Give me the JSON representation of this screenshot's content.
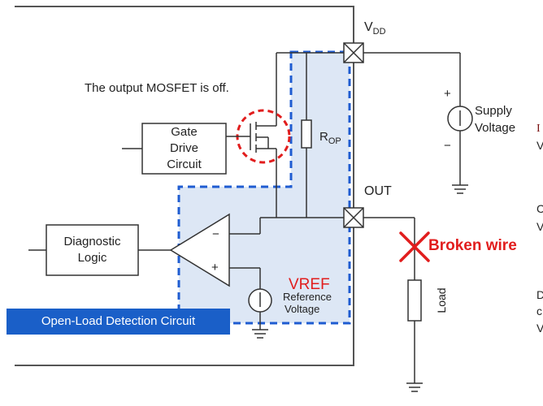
{
  "labels": {
    "vdd_main": "V",
    "vdd_sub": "DD",
    "out": "OUT",
    "mosfet_note": "The output MOSFET is off.",
    "gate_drive": [
      "Gate",
      "Drive",
      "Circuit"
    ],
    "diagnostic": [
      "Diagnostic",
      "Logic"
    ],
    "rop_main": "R",
    "rop_sub": "OP",
    "supply": [
      "Supply",
      "Voltage"
    ],
    "vref": "VREF",
    "reference": [
      "Reference",
      "Voltage"
    ],
    "broken_wire": "Broken wire",
    "load": "Load",
    "open_load": "Open-Load Detection Circuit",
    "comparator_minus": "−",
    "comparator_plus": "+",
    "supply_plus": "+",
    "supply_minus": "−",
    "cut_off_right": [
      "I",
      "V",
      "C",
      "V",
      "D",
      "c",
      "V"
    ]
  },
  "colors": {
    "accent_blue": "#1a5fc8",
    "dashed_blue": "#1f5cd1",
    "highlight_red": "#e11d1d",
    "shade": "#dde7f5"
  }
}
